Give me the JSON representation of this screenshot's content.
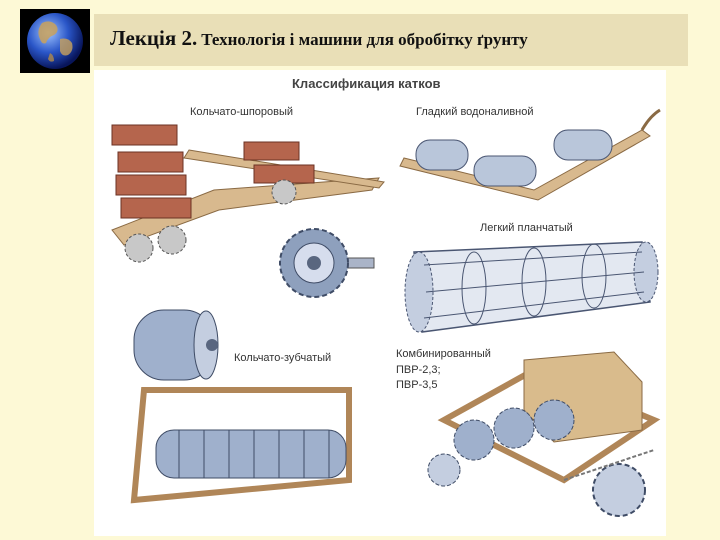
{
  "slide": {
    "title_lecture": "Лекція 2.",
    "title_topic": "Технологія і машини для обробітку ґрунту"
  },
  "figure": {
    "heading": "Классификация  катков",
    "labels": {
      "ring_spur": "Кольчато-шпоровый",
      "smooth_water": "Гладкий  водоналивной",
      "light_slat": "Легкий  планчатый",
      "ring_tooth": "Кольчато-зубчатый",
      "combined_1": "Комбинированный",
      "combined_2": "ПВР-2,3;",
      "combined_3": "ПВР-3,5"
    }
  },
  "colors": {
    "background": "#fdf9d6",
    "title_bar": "#e9dfb7",
    "frame_tan": "#c9a77c",
    "wood": "#b5654d",
    "steel": "#8fa3c4"
  }
}
